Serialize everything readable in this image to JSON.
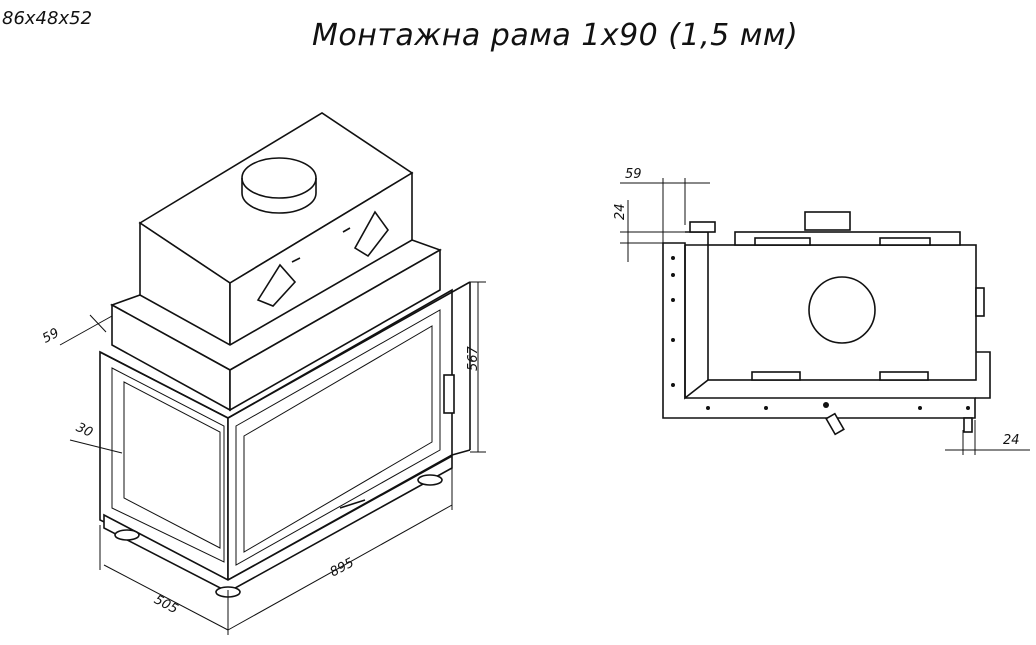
{
  "model_code": "86x48x52",
  "title": "Монтажна рама 1x90 (1,5 мм)",
  "iso_dims": {
    "d59": "59",
    "d30": "30",
    "d567": "567",
    "d505": "505",
    "d895": "895"
  },
  "top_dims": {
    "d59": "59",
    "d24_left": "24",
    "d24_right": "24"
  }
}
